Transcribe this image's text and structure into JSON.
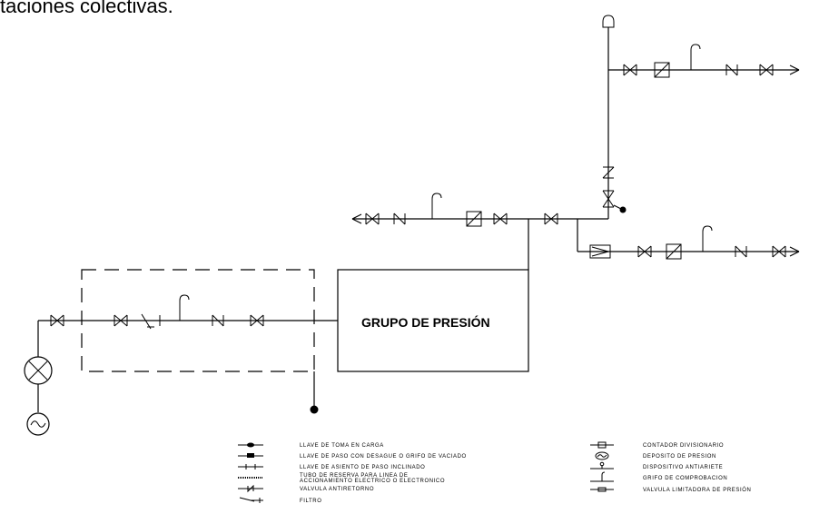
{
  "page": {
    "heading": "taciones colectivas."
  },
  "diagram": {
    "pump_group_label": "GRUPO DE PRESIÓN"
  },
  "legend": {
    "left": [
      {
        "label": "LLAVE DE TOMA EN CARGA",
        "icon": "toma-en-carga-icon"
      },
      {
        "label": "LLAVE DE PASO CON DESAGUE O GRIFO DE VACIADO",
        "icon": "llave-desague-icon"
      },
      {
        "label": "LLAVE DE ASIENTO DE PASO INCLINADO",
        "icon": "llave-asiento-icon"
      },
      {
        "label": "TUBO DE RESERVA PARA LINEA DE",
        "label2": "ACCIONAMIENTO ELECTRICO O ELECTRONICO",
        "icon": "tubo-reserva-icon"
      },
      {
        "label": "VALVULA ANTIRETORNO",
        "icon": "antiretorno-icon"
      },
      {
        "label": "FILTRO",
        "icon": "filtro-icon"
      }
    ],
    "right": [
      {
        "label": "CONTADOR DIVISIONARIO",
        "icon": "contador-icon"
      },
      {
        "label": "DEPOSITO DE PRESION",
        "icon": "deposito-icon"
      },
      {
        "label": "DISPOSITIVO ANTIARIETE",
        "icon": "antiariete-icon"
      },
      {
        "label": "GRIFO DE COMPROBACION",
        "icon": "grifo-comprobacion-icon"
      },
      {
        "label": "VALVULA LIMITADORA DE PRESIÓN",
        "icon": "limitadora-icon"
      }
    ]
  }
}
